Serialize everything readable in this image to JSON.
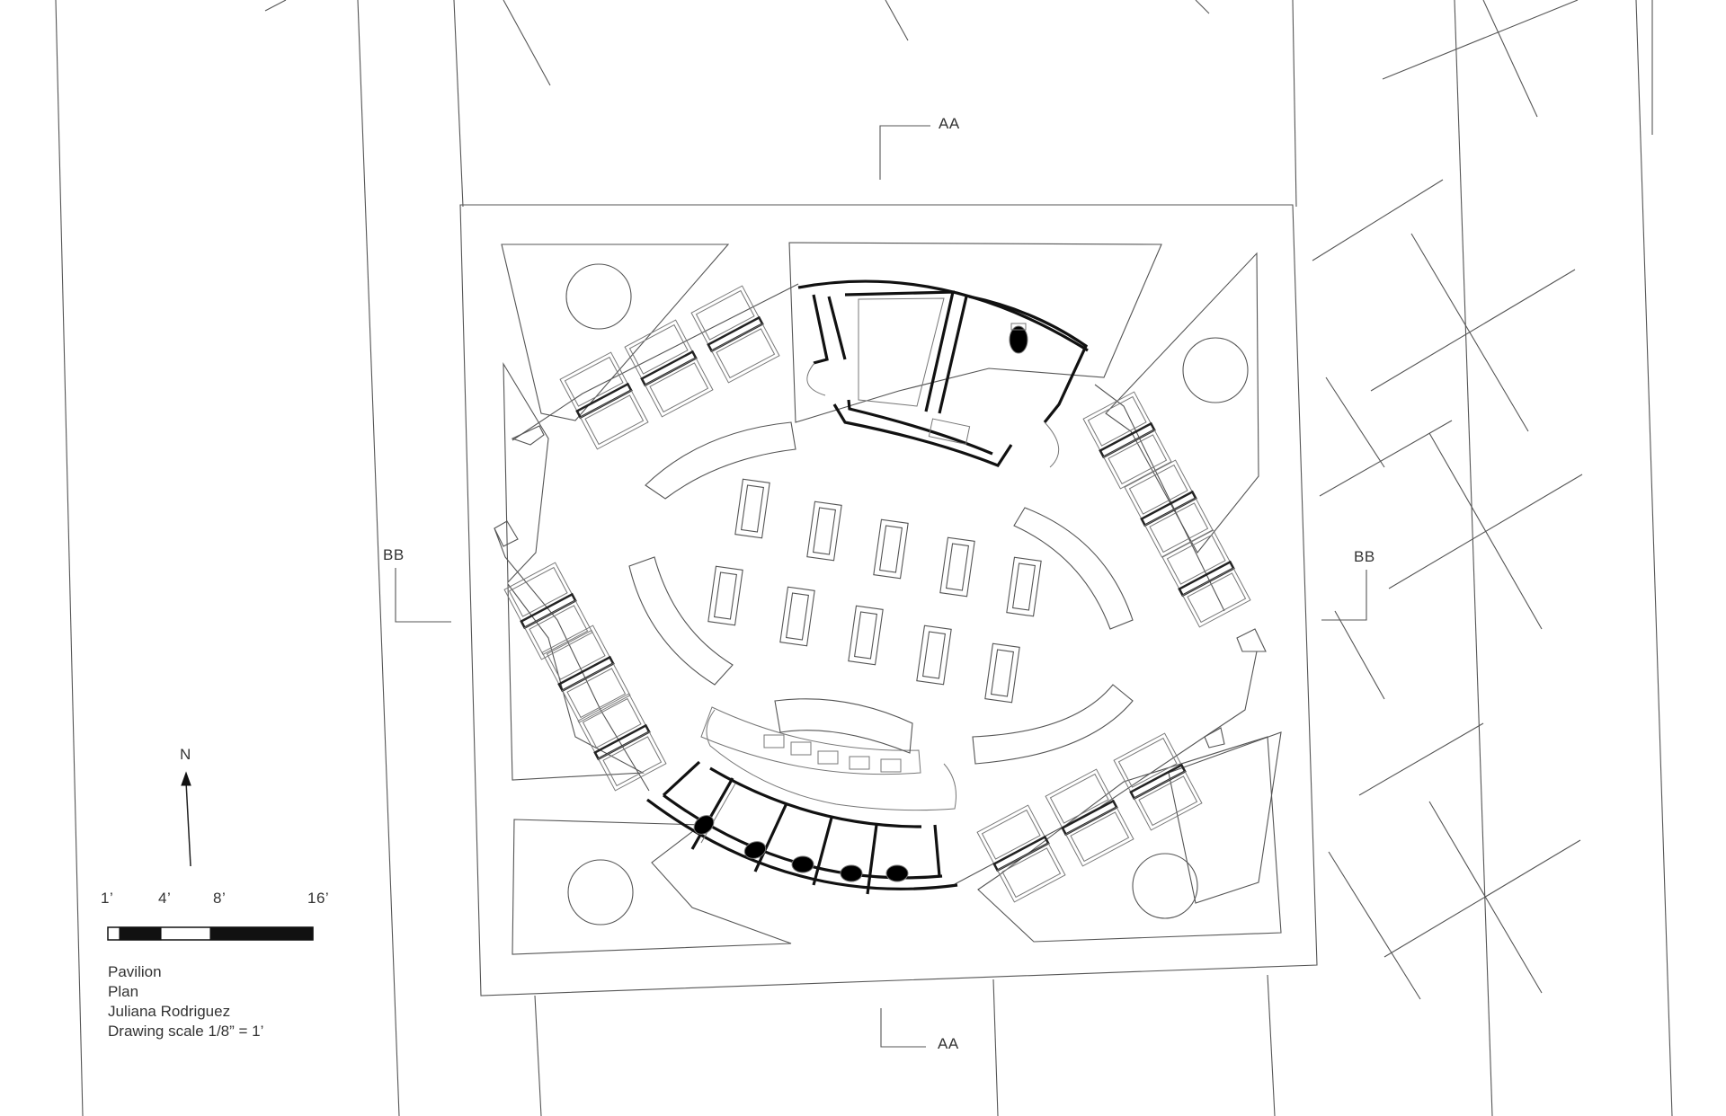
{
  "section_marks": {
    "aa_top": "AA",
    "aa_bottom": "AA",
    "bb_left": "BB",
    "bb_right": "BB"
  },
  "north_arrow": {
    "label": "N"
  },
  "scale_bar": {
    "ticks": [
      "1’",
      "4’",
      "8’",
      "16’"
    ]
  },
  "title_block": {
    "project": "Pavilion",
    "sheet": "Plan",
    "author": "Juliana Rodriguez",
    "scale": "Drawing scale 1/8” = 1’"
  }
}
